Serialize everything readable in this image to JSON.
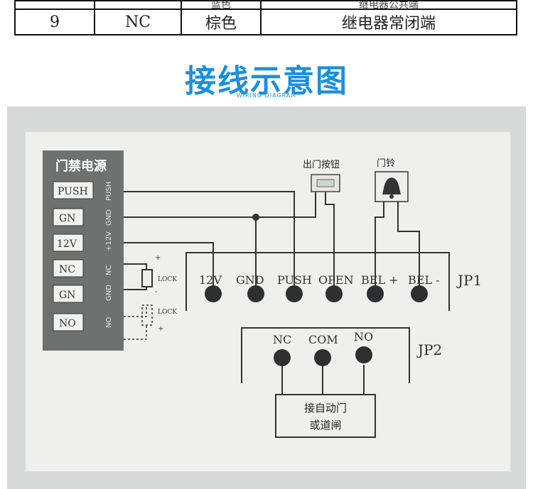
{
  "top_table": {
    "partial_row": [
      "",
      "",
      "蓝色",
      "继电器公共端"
    ],
    "row": [
      "9",
      "NC",
      "棕色",
      "继电器常闭端"
    ]
  },
  "title": "接线示意图",
  "subtitle": "WIRING DIAGRAM",
  "power_box": {
    "title": "门禁电源",
    "terminals": [
      "PUSH",
      "GN",
      "12V",
      "NC",
      "GN",
      "NO"
    ],
    "side_labels": [
      "PUSH",
      "GND",
      "+12V",
      "NC",
      "GND",
      "NO"
    ]
  },
  "lock": {
    "label_top": "LOCK",
    "label_bottom": "LOCK",
    "plus": "+",
    "minus": "-"
  },
  "exit_button": {
    "label": "出门按钮"
  },
  "doorbell": {
    "label": "门铃"
  },
  "jp1": {
    "label": "JP1",
    "terminals": [
      "12V",
      "GND",
      "PUSH",
      "OPEN",
      "BEL +",
      "BEL -"
    ]
  },
  "jp2": {
    "label": "JP2",
    "terminals": [
      "NC",
      "COM",
      "NO"
    ]
  },
  "auto_door": {
    "line1": "接自动门",
    "line2": "或道闸"
  }
}
